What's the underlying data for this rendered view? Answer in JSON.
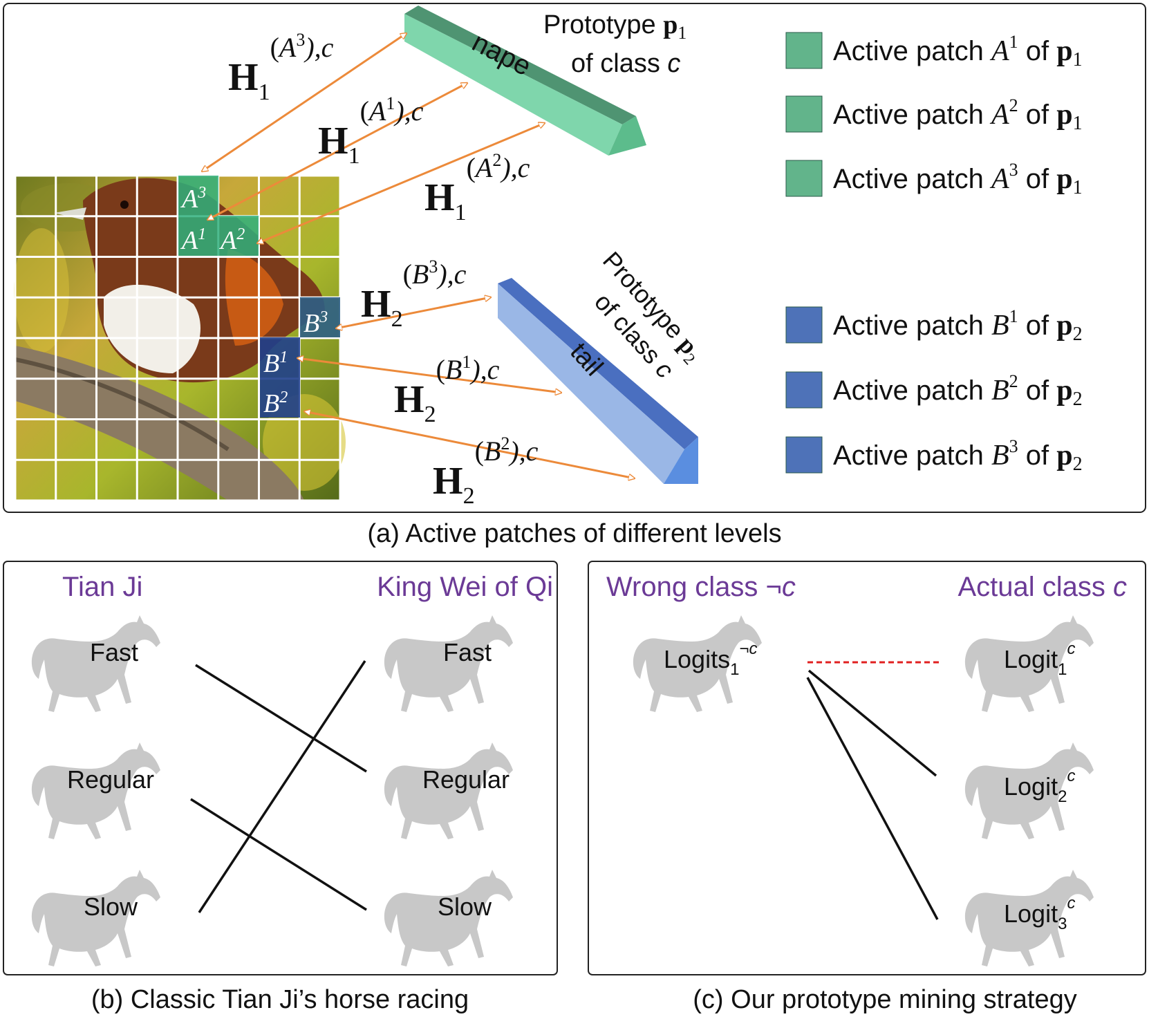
{
  "panel_a": {
    "caption": "(a) Active patches of different levels",
    "prototype_1": {
      "line1": "Prototype ",
      "bold": "p",
      "sub": "1",
      "line2": "of class ",
      "class_c": "c",
      "part": "nape"
    },
    "prototype_2": {
      "line1": "Prototype ",
      "bold": "p",
      "sub": "2",
      "line2": "of class ",
      "class_c": "c",
      "part": "tail"
    },
    "patches": [
      {
        "letter": "A",
        "sup": "3"
      },
      {
        "letter": "A",
        "sup": "1"
      },
      {
        "letter": "A",
        "sup": "2"
      },
      {
        "letter": "B",
        "sup": "3"
      },
      {
        "letter": "B",
        "sup": "1"
      },
      {
        "letter": "B",
        "sup": "2"
      }
    ],
    "h_labels": [
      {
        "sub": "1",
        "letter": "A",
        "sup": "3"
      },
      {
        "sub": "1",
        "letter": "A",
        "sup": "1"
      },
      {
        "sub": "1",
        "letter": "A",
        "sup": "2"
      },
      {
        "sub": "2",
        "letter": "B",
        "sup": "3"
      },
      {
        "sub": "2",
        "letter": "B",
        "sup": "1"
      },
      {
        "sub": "2",
        "letter": "B",
        "sup": "2"
      }
    ],
    "h_symbol": "H",
    "h_class_suffix": "),c",
    "legend": [
      {
        "prefix": "Active patch ",
        "letter": "A",
        "sup": "1",
        "mid": " of ",
        "bold": "p",
        "sub": "1",
        "color": "#62b48b"
      },
      {
        "prefix": "Active patch ",
        "letter": "A",
        "sup": "2",
        "mid": " of ",
        "bold": "p",
        "sub": "1",
        "color": "#62b48b"
      },
      {
        "prefix": "Active patch ",
        "letter": "A",
        "sup": "3",
        "mid": " of ",
        "bold": "p",
        "sub": "1",
        "color": "#62b48b"
      },
      {
        "prefix": "Active patch ",
        "letter": "B",
        "sup": "1",
        "mid": " of ",
        "bold": "p",
        "sub": "2",
        "color": "#4e72b8"
      },
      {
        "prefix": "Active patch ",
        "letter": "B",
        "sup": "2",
        "mid": " of ",
        "bold": "p",
        "sub": "2",
        "color": "#4e72b8"
      },
      {
        "prefix": "Active patch ",
        "letter": "B",
        "sup": "3",
        "mid": " of ",
        "bold": "p",
        "sub": "2",
        "color": "#4e72b8"
      }
    ]
  },
  "panel_b": {
    "caption": "(b) Classic Tian Ji’s horse racing",
    "left_title": "Tian Ji",
    "right_title": "King Wei of Qi",
    "left_horses": [
      "Fast",
      "Regular",
      "Slow"
    ],
    "right_horses": [
      "Fast",
      "Regular",
      "Slow"
    ]
  },
  "panel_c": {
    "caption": "(c) Our prototype mining strategy",
    "left_title_text": "Wrong class ¬",
    "left_title_c": "c",
    "right_title_text": "Actual class ",
    "right_title_c": "c",
    "wrong_logit": {
      "base": "Logits",
      "sub": "1",
      "sup": "¬c"
    },
    "actual_logits": [
      {
        "base": "Logit",
        "sub": "1",
        "sup": "c"
      },
      {
        "base": "Logit",
        "sub": "2",
        "sup": "c"
      },
      {
        "base": "Logit",
        "sub": "3",
        "sup": "c"
      }
    ]
  },
  "colors": {
    "arrow": "#ec8a3a",
    "green_patch": "#2fb07c",
    "blue_patch": "#1f3f8c",
    "purple_title": "#6b3a96",
    "horse_gray": "#c8c8c8",
    "dashed_red": "#e02020"
  }
}
